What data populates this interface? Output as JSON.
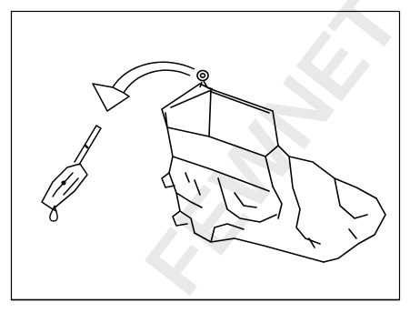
{
  "figure": {
    "frame": "visible",
    "background": "#ffffff",
    "line_color": "#000000",
    "watermark_color": "#e6e6e6",
    "watermark_text": "FEWNET"
  },
  "illustration": {
    "subject": "engine",
    "parts": [
      "engine-block",
      "oil-dipstick-handle",
      "dipstick-blade",
      "oil-drop"
    ],
    "arrow": "curved-arrow-from-dipstick-tube-to-dipstick"
  }
}
